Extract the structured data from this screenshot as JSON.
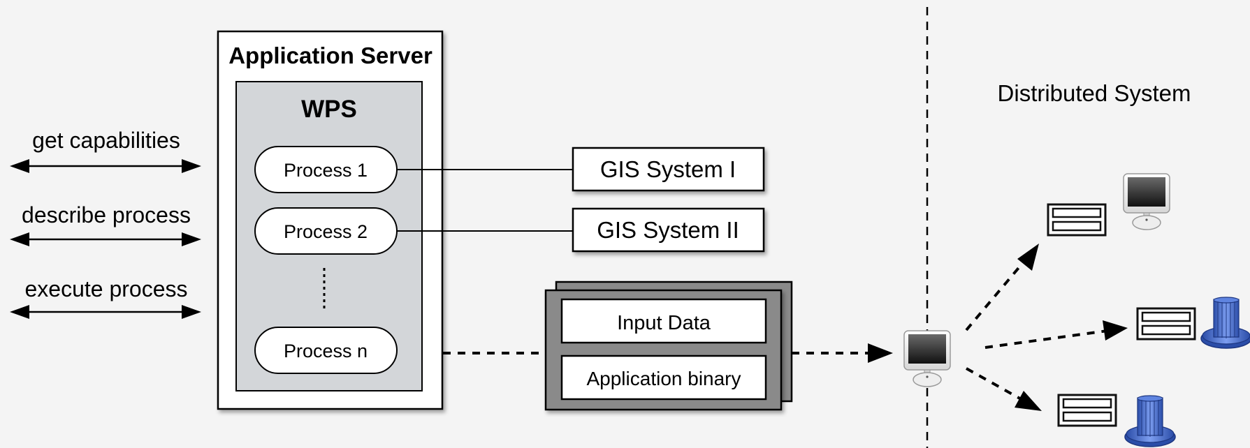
{
  "labels": {
    "get_capabilities": "get capabilities",
    "describe_process": "describe process",
    "execute_process": "execute process",
    "application_server": "Application Server",
    "wps": "WPS",
    "process_1": "Process 1",
    "process_2": "Process 2",
    "process_n": "Process n",
    "gis_system_1": "GIS System I",
    "gis_system_2": "GIS System II",
    "input_data": "Input Data",
    "application_binary": "Application binary",
    "distributed_system": "Distributed System"
  },
  "icons": {
    "client_computer": "computer-icon",
    "node_computer": "computer-icon",
    "server_box": "server-rack-icon",
    "storage_cluster": "storage-array-icon"
  },
  "colors": {
    "background": "#f4f4f4",
    "wps_fill": "#d3d6d9",
    "package_fill": "#8a8a8a",
    "storage_blue": "#3a63c4",
    "stroke": "#000000"
  }
}
